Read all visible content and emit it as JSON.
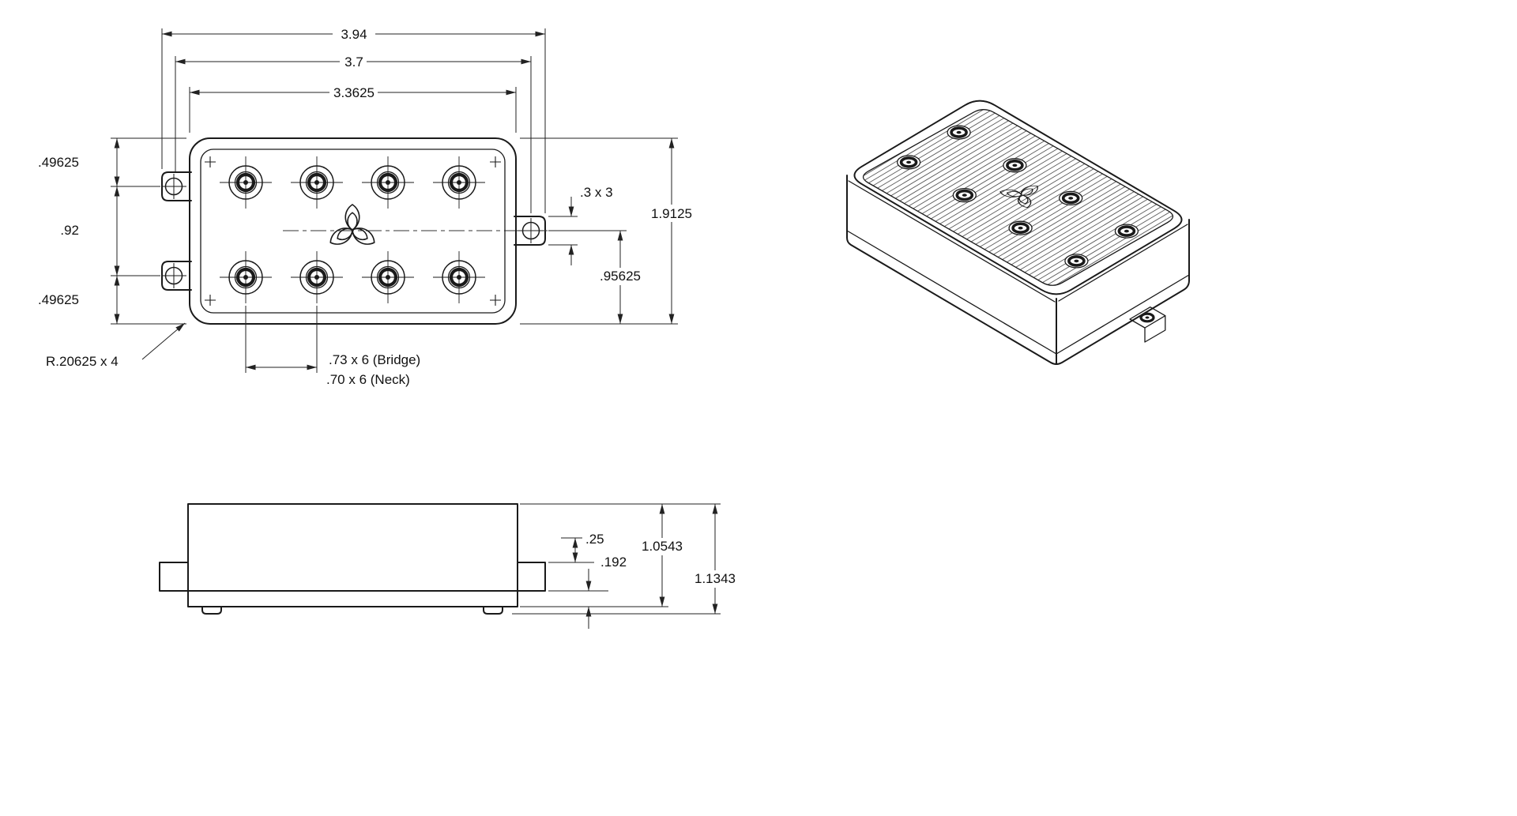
{
  "drawing": {
    "top_view": {
      "width_overall": "3.94",
      "width_holes": "3.7",
      "width_body": "3.3625",
      "offset_top": ".49625",
      "hole_spacing": ".92",
      "offset_bottom": ".49625",
      "tab_note": ".3 x 3",
      "height_overall": "1.9125",
      "height_center_to_bottom": ".95625",
      "corner_radius_note": "R.20625 x 4",
      "pole_spacing_bridge": ".73 x 6 (Bridge)",
      "pole_spacing_neck": ".70 x 6 (Neck)"
    },
    "front_view": {
      "tab_offset": ".25",
      "plate_thickness": ".192",
      "body_height": "1.0543",
      "overall_height": "1.1343"
    },
    "colors": {
      "line": "#1a1a1a",
      "background": "#ffffff"
    }
  }
}
